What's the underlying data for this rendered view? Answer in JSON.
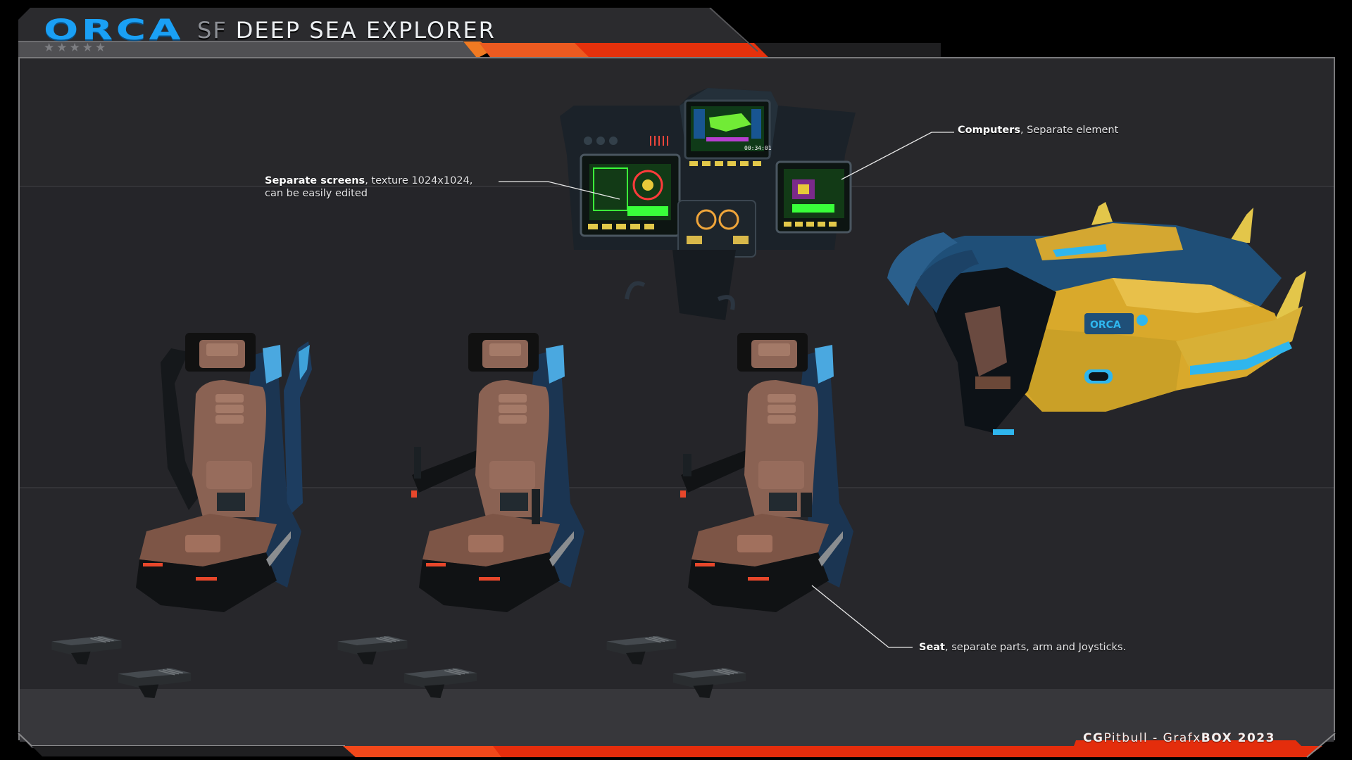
{
  "header": {
    "logo": "ORCA",
    "title_prefix": "SF",
    "title": "DEEP SEA EXPLORER",
    "rating_stars": "★★★★★",
    "rating_count": 5
  },
  "callouts": {
    "screens": {
      "bold": "Separate screens",
      "rest_line1": ", texture 1024x1024,",
      "line2": "can be easily edited"
    },
    "computers": {
      "bold": "Computers",
      "rest": ", Separate element"
    },
    "seat": {
      "bold": "Seat",
      "rest": ", separate parts, arm and Joysticks."
    }
  },
  "assets": {
    "console_screen_timer": "00:34:01",
    "ship_hull_label": "ORCA",
    "seats": [
      "seat-with-raised-arms",
      "seat-with-left-arm-joystick",
      "seat-with-left-arm-joystick-alt"
    ],
    "pedal_pairs": 3
  },
  "footer": {
    "credit_bold1": "CG",
    "credit_light1": "Pitbull - Grafx",
    "credit_bold2": "BOX",
    "credit_year": " 2023"
  },
  "colors": {
    "logo_blue": "#1aa0f5",
    "accent_red": "#e42d0c",
    "accent_orange": "#f26a1b",
    "panel_bg": "#28282b",
    "header_bg": "#2b2b2e",
    "subheader_bg": "#505053",
    "screen_green": "#39ff3a",
    "ship_yellow": "#e7b72a",
    "ship_blue": "#1f5f8f",
    "seat_brown": "#8a6253"
  }
}
